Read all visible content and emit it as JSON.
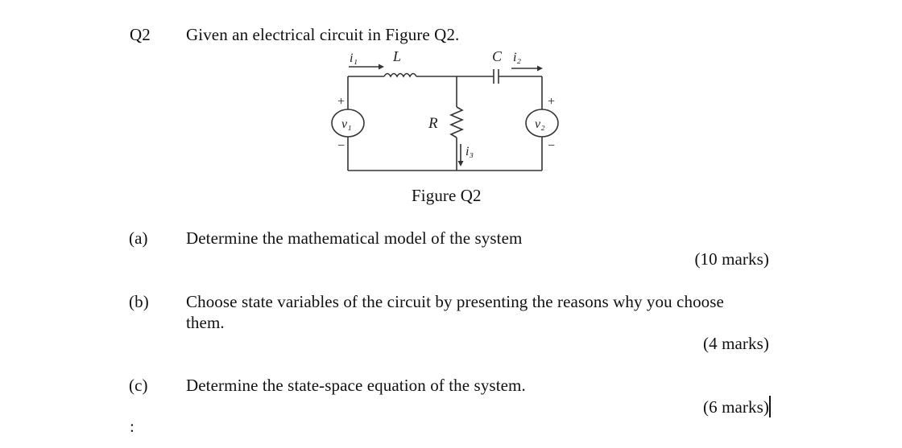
{
  "question": {
    "number": "Q2",
    "prompt": "Given an electrical circuit in Figure Q2."
  },
  "figure": {
    "caption": "Figure Q2",
    "labels": {
      "i1": "i₁",
      "L": "L",
      "C": "C",
      "i2": "i₂",
      "v1": "v₁",
      "R": "R",
      "v2": "v₂",
      "i3": "i₃",
      "plus": "+",
      "minus": "−"
    }
  },
  "parts": [
    {
      "label": "(a)",
      "text": "Determine the mathematical model of the system",
      "text_line2": "",
      "marks": "(10 marks)"
    },
    {
      "label": "(b)",
      "text": "Choose state variables of the circuit by presenting the reasons why you choose",
      "text_line2": "them.",
      "marks": "(4 marks)"
    },
    {
      "label": "(c)",
      "text": "Determine the state-space equation of the system.",
      "text_line2": "",
      "marks": "(6 marks)"
    }
  ],
  "footer_mark": ":"
}
